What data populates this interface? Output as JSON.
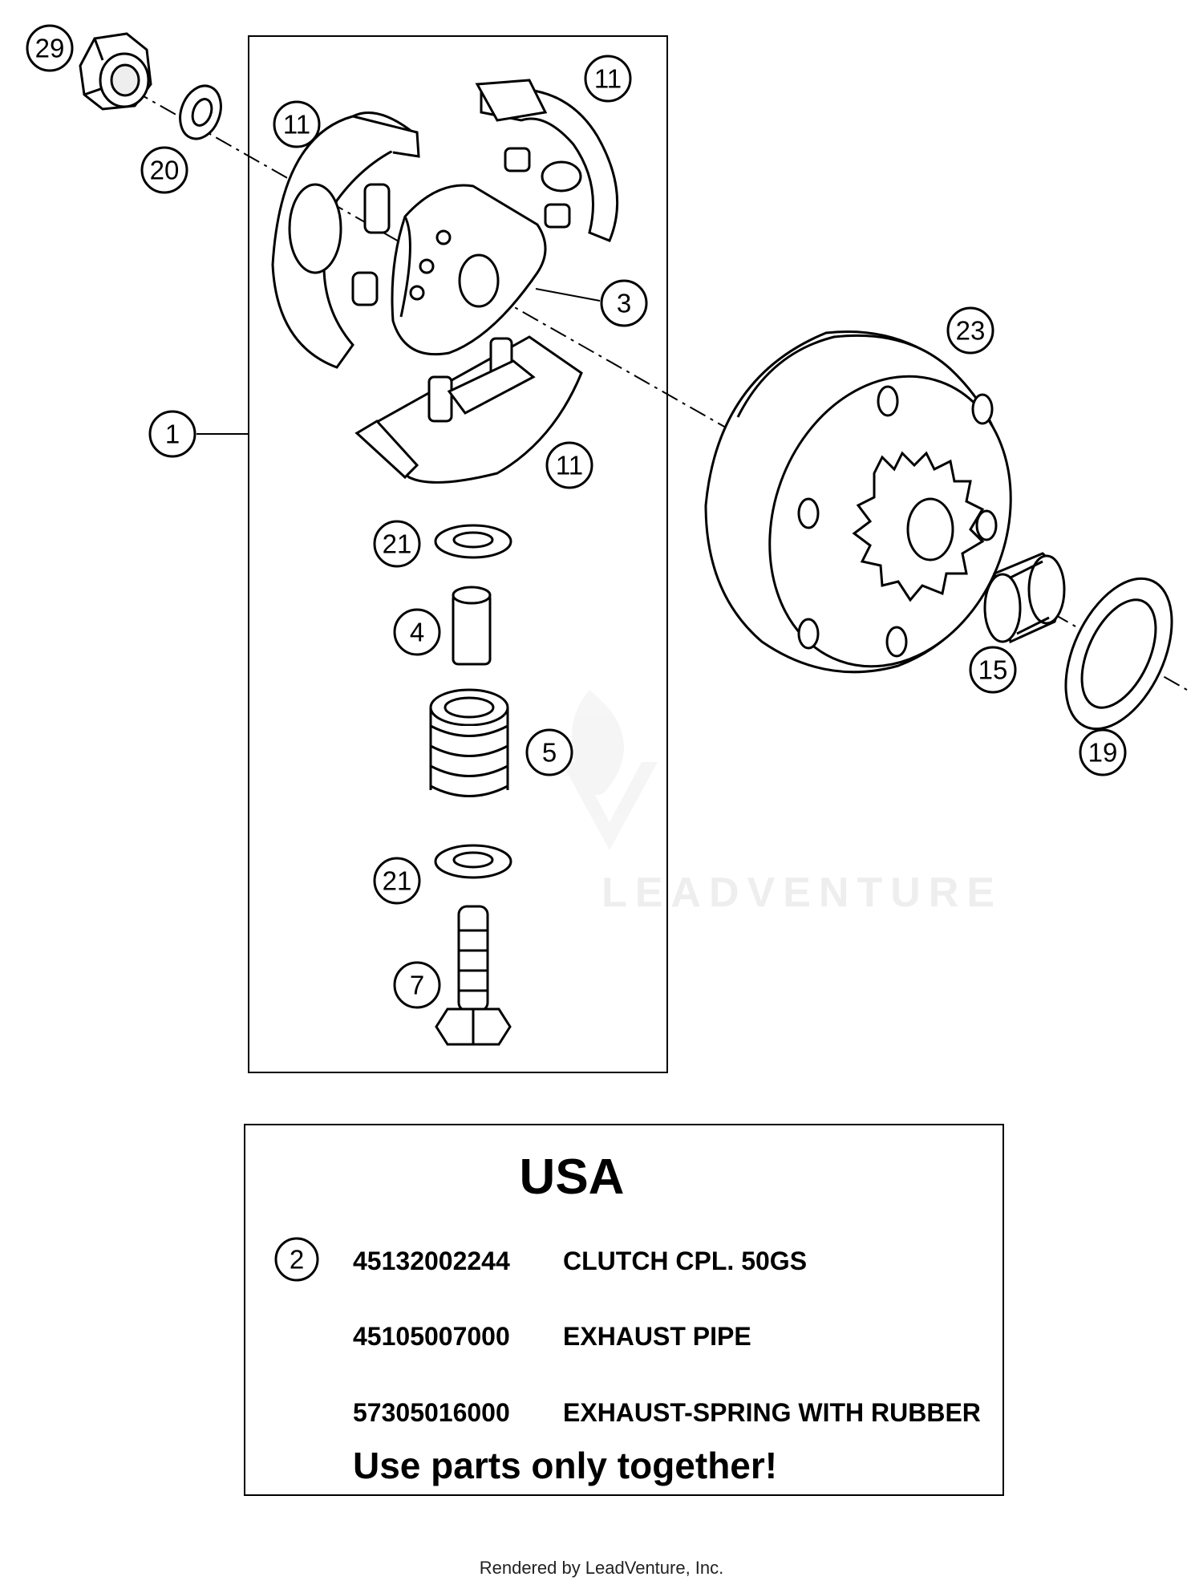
{
  "callouts": {
    "c29": "29",
    "c20": "20",
    "c11a": "11",
    "c11b": "11",
    "c11c": "11",
    "c3": "3",
    "c1": "1",
    "c23": "23",
    "c21a": "21",
    "c4": "4",
    "c5": "5",
    "c21b": "21",
    "c7": "7",
    "c15": "15",
    "c19": "19"
  },
  "legend": {
    "title": "USA",
    "callout": "2",
    "rows": [
      {
        "part": "45132002244",
        "desc": "CLUTCH CPL. 50GS"
      },
      {
        "part": "45105007000",
        "desc": "EXHAUST PIPE"
      },
      {
        "part": "57305016000",
        "desc": "EXHAUST-SPRING WITH RUBBER"
      }
    ],
    "note": "Use parts only together!"
  },
  "watermark": "LEADVENTURE",
  "footer": "Rendered by LeadVenture, Inc."
}
